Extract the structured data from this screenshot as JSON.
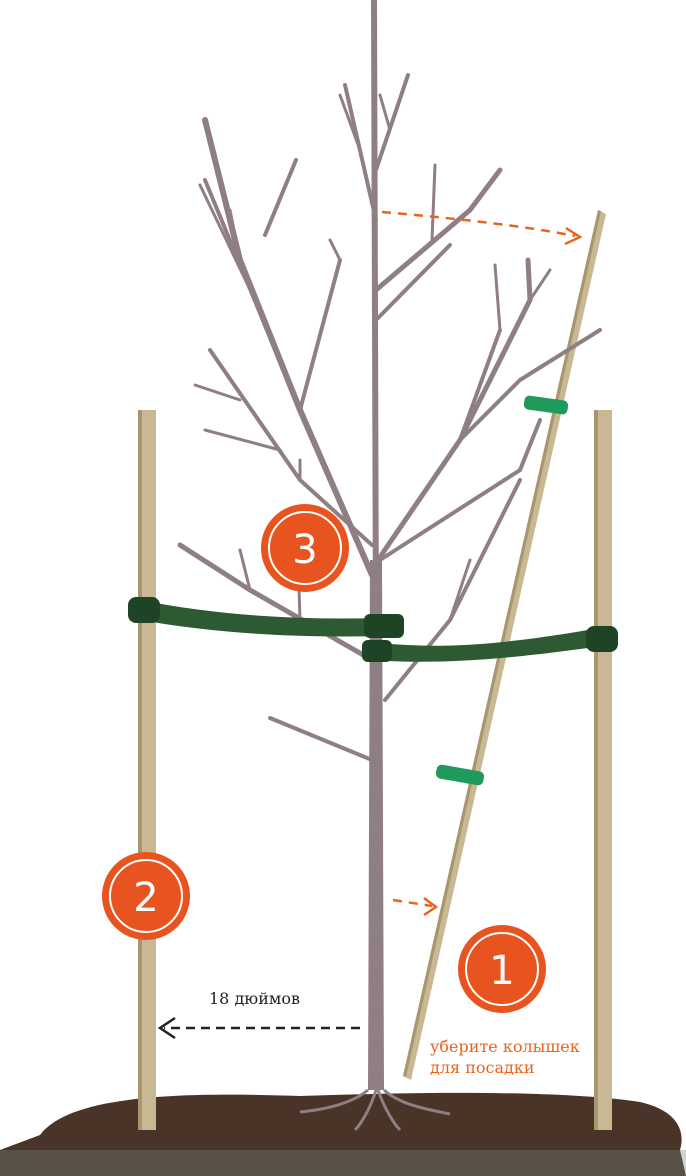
{
  "colors": {
    "trunk": "#8f7f82",
    "trunk_dark": "#7a6a6d",
    "stake": "#c9b894",
    "stake_edge": "#a8966f",
    "strap": "#2d5a33",
    "strap_dark": "#1f4325",
    "clip": "#1f9a5a",
    "badge": "#e8541f",
    "arrow_orange": "#e8641f",
    "soil": "#4a3428",
    "text_dark": "#222222",
    "text_orange": "#e8641f"
  },
  "steps": {
    "step1": "1",
    "step2": "2",
    "step3": "3"
  },
  "labels": {
    "distance": "18 дюймов",
    "remove_stake_line1": "уберите колышек",
    "remove_stake_line2": "для посадки"
  }
}
